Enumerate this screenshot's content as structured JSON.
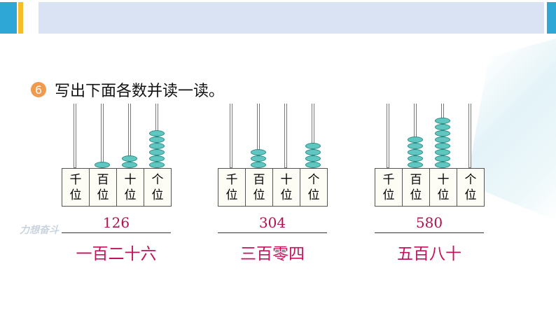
{
  "colors": {
    "header_blue": "#2ea7d6",
    "header_yellow": "#f5bd2a",
    "header_band": "#dae3f3",
    "answer": "#c4125a"
  },
  "question": {
    "number": "6",
    "text": "写出下面各数并读一读。"
  },
  "place_labels": [
    [
      "千",
      "位"
    ],
    [
      "百",
      "位"
    ],
    [
      "十",
      "位"
    ],
    [
      "个",
      "位"
    ]
  ],
  "abacuses": [
    {
      "beads": [
        0,
        1,
        2,
        6
      ],
      "value": "126",
      "reading": "一百二十六"
    },
    {
      "beads": [
        0,
        3,
        0,
        4
      ],
      "value": "304",
      "reading": "三百零四"
    },
    {
      "beads": [
        0,
        5,
        8,
        0
      ],
      "value": "580",
      "reading": "五百八十"
    }
  ],
  "watermark": "力想奋斗"
}
